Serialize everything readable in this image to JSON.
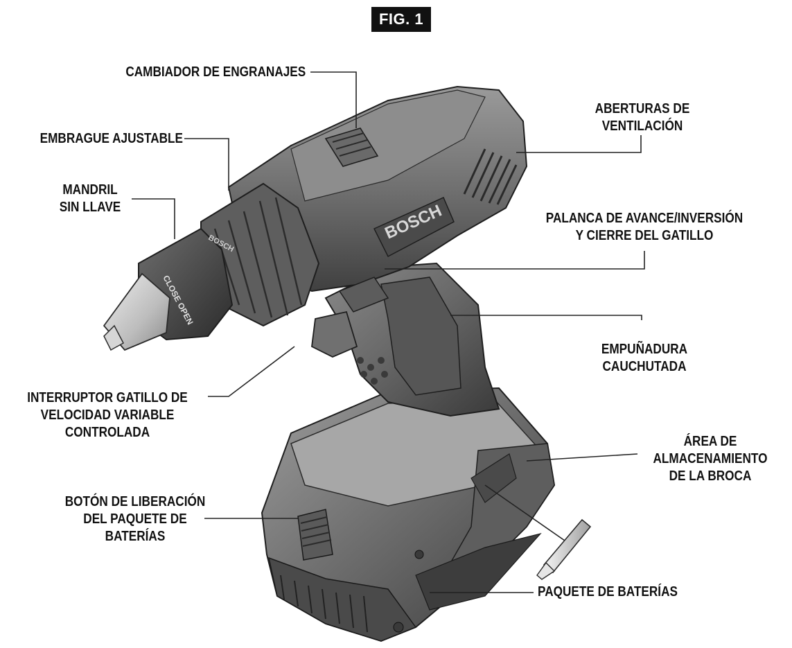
{
  "figure": {
    "badge": "FIG. 1"
  },
  "brand": {
    "chuck_ring": "BOSCH",
    "body_logo": "BOSCH",
    "chuck_marks": "CLOSE OPEN"
  },
  "labels": {
    "gear_shifter": {
      "line1": "CAMBIADOR DE ENGRANAJES"
    },
    "adjustable_clutch": {
      "line1": "EMBRAGUE AJUSTABLE"
    },
    "keyless_chuck": {
      "line1": "MANDRIL",
      "line2": "SIN LLAVE"
    },
    "vents": {
      "line1": "ABERTURAS DE",
      "line2": "VENTILACIÓN"
    },
    "fwd_rev_lever": {
      "line1": "PALANCA DE AVANCE/INVERSIÓN",
      "line2": "Y  CIERRE DEL GATILLO"
    },
    "rubber_grip": {
      "line1": "EMPUÑADURA",
      "line2": "CAUCHUTADA"
    },
    "trigger_switch": {
      "line1": "INTERRUPTOR GATILLO DE",
      "line2": "VELOCIDAD VARIABLE",
      "line3": "CONTROLADA"
    },
    "bit_storage": {
      "line1": "ÁREA DE",
      "line2": "ALMACENAMIENTO",
      "line3": "DE LA BROCA"
    },
    "battery_release": {
      "line1": "BOTÓN DE LIBERACIÓN",
      "line2": "DEL PAQUETE DE",
      "line3": "BATERÍAS"
    },
    "battery_pack": {
      "line1": "PAQUETE DE BATERÍAS"
    }
  }
}
